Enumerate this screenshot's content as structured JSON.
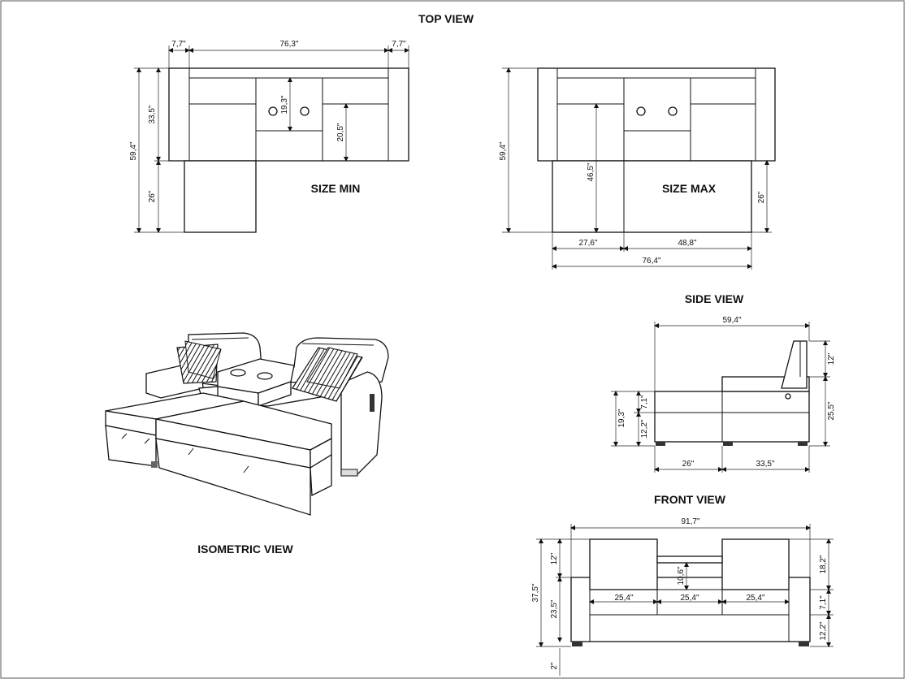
{
  "top_view": {
    "title": "TOP VIEW",
    "min_label": "SIZE MIN",
    "max_label": "SIZE MAX",
    "min_dims": {
      "arm_left": "7,7\"",
      "width": "76,3\"",
      "arm_right": "7,7\"",
      "total_depth": "59,4\"",
      "seat_depth": "33,5\"",
      "chaise": "26\"",
      "console": "19,3\"",
      "inner": "20,5\""
    },
    "max_dims": {
      "total_depth": "59,4\"",
      "inner": "46,5\"",
      "ext": "26\"",
      "left_seg": "27,6\"",
      "right_seg": "48,8\"",
      "total_width": "76,4\""
    }
  },
  "side_view": {
    "title": "SIDE VIEW",
    "dims": {
      "depth": "59,4\"",
      "back": "12\"",
      "height": "25,5\"",
      "seat_total": "19,3\"",
      "cushion": "7,1\"",
      "base": "12,2\"",
      "chaise": "26\"",
      "seat": "33,5\""
    }
  },
  "front_view": {
    "title": "FRONT VIEW",
    "dims": {
      "width": "91,7\"",
      "back_h": "12\"",
      "total_h": "37,5\"",
      "seat_h": "23,5\"",
      "leg": "2\"",
      "console_h": "10,6\"",
      "seg1": "25,4\"",
      "seg2": "25,4\"",
      "seg3": "25,4\"",
      "right_h": "18,2\"",
      "cushion": "7,1\"",
      "base": "12,2\""
    }
  },
  "isometric": {
    "title_part1": "ISOMETRIC",
    "title_part2": " VIEW"
  }
}
